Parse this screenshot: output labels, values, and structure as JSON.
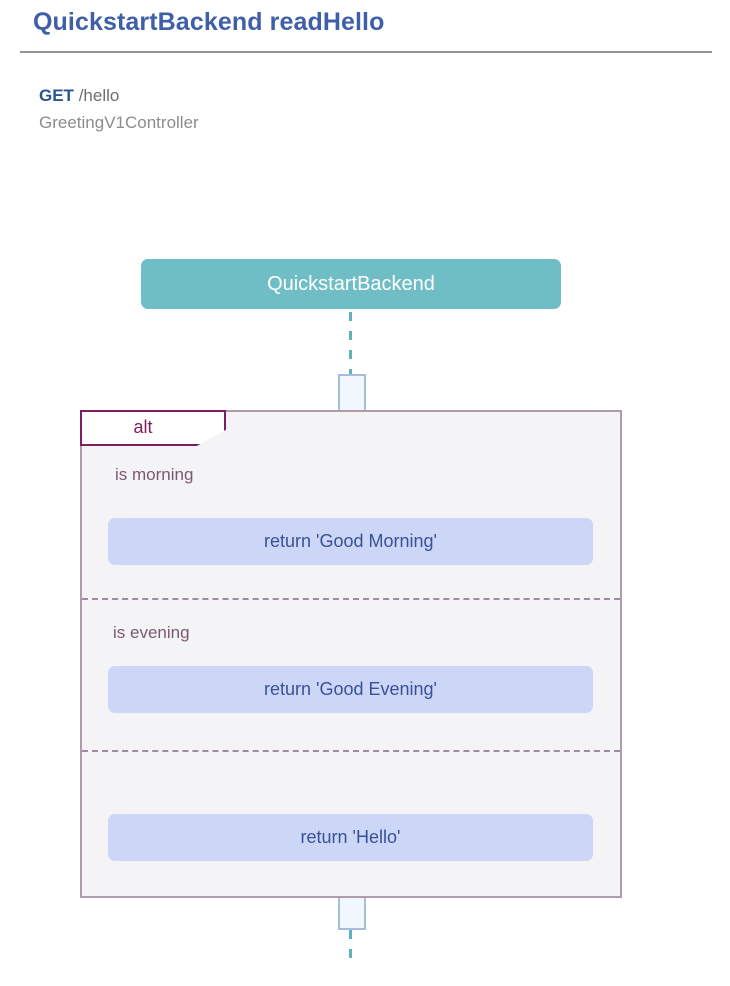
{
  "header": {
    "title": "QuickstartBackend readHello",
    "http_method": "GET",
    "http_path": "/hello",
    "controller": "GreetingV1Controller"
  },
  "diagram": {
    "type": "uml-sequence",
    "participants": [
      {
        "name": "QuickstartBackend",
        "color": "#6fbec6"
      }
    ],
    "fragment": {
      "operator": "alt",
      "border_color": "#7d1f5c",
      "fill_color": "#f4f3f5",
      "branches": [
        {
          "guard": "is morning",
          "message": "return 'Good Morning'"
        },
        {
          "guard": "is evening",
          "message": "return 'Good Evening'"
        },
        {
          "guard": "",
          "message": "return 'Hello'"
        }
      ]
    },
    "colors": {
      "title": "#3f5fa8",
      "lifeline": "#5fb3b8",
      "activation_border": "#a8bce0",
      "activation_fill": "#f2f6ff",
      "message_fill": "#ccd6f6",
      "message_text": "#3a5199",
      "guard_text": "#7a5a72",
      "fragment_border": "#ae9bad"
    }
  }
}
